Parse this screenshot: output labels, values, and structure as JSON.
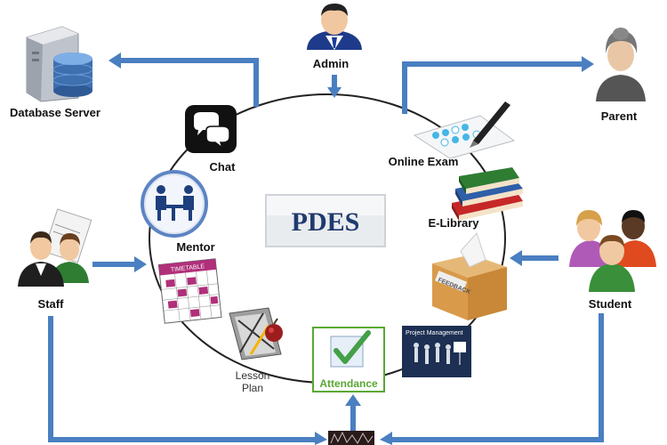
{
  "title": "PDES",
  "nodes": {
    "admin": "Admin",
    "database": "Database Server",
    "parent": "Parent",
    "chat": "Chat",
    "online_exam": "Online Exam",
    "mentor": "Mentor",
    "elibrary": "E-Library",
    "staff": "Staff",
    "student": "Student",
    "timetable": "TIMETABLE",
    "feedback": "FEEDBACK",
    "lesson_plan_line1": "Lesson",
    "lesson_plan_line2": "Plan",
    "attendance": "Attendance",
    "project_management": "Project Management"
  },
  "colors": {
    "arrow": "#4a7fc1",
    "title_text": "#1f3a6e",
    "attendance_green": "#5aa832"
  }
}
